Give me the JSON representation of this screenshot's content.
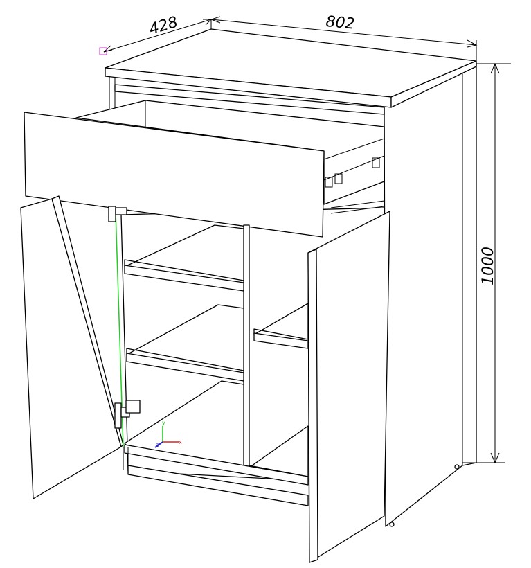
{
  "dimensions": {
    "depth": "428",
    "width": "802",
    "height": "1000"
  },
  "axis_indicator": {
    "x_label": "x",
    "y_label": "y",
    "z_label": "z",
    "x_color": "#e02020",
    "y_color": "#20c020",
    "z_color": "#2020d0"
  },
  "colors": {
    "line": "#000000",
    "hinge_axis": "#22cc22",
    "marker": "#cc33cc"
  }
}
